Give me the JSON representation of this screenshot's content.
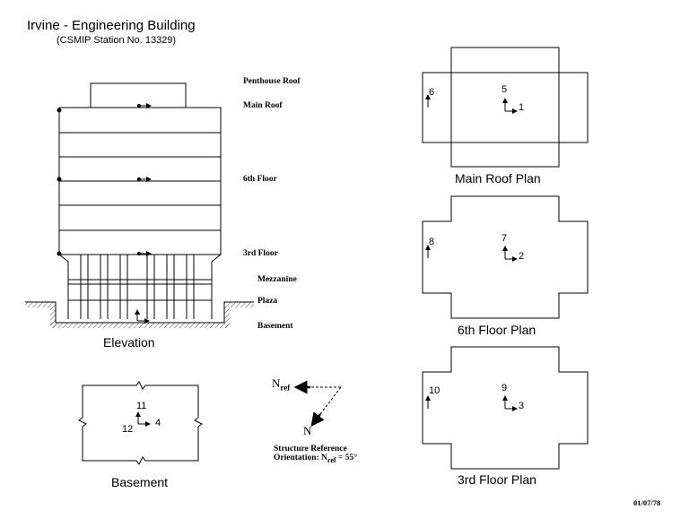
{
  "header": {
    "title": "Irvine - Engineering Building",
    "subtitle": "(CSMIP Station No. 13329)"
  },
  "elevation": {
    "levels": [
      "Penthouse Roof",
      "Main Roof",
      "6th Floor",
      "3rd Floor",
      "Mezzanine",
      "Plaza",
      "Basement"
    ],
    "caption": "Elevation"
  },
  "plans": {
    "main_roof": {
      "caption": "Main Roof Plan",
      "sensors": [
        "5",
        "1",
        "6"
      ]
    },
    "sixth_floor": {
      "caption": "6th Floor Plan",
      "sensors": [
        "7",
        "2",
        "8"
      ]
    },
    "third_floor": {
      "caption": "3rd Floor Plan",
      "sensors": [
        "9",
        "3",
        "10"
      ]
    },
    "basement": {
      "caption": "Basement",
      "sensors": [
        "11",
        "4",
        "12"
      ]
    }
  },
  "orientation": {
    "n_ref": "N",
    "n_ref_sub": "ref",
    "n": "N",
    "caption_line1": "Structure Reference",
    "caption_line2": "Orientation: N",
    "caption_sub": "ref",
    "caption_value": "= 55°"
  },
  "footer": {
    "date": "01/07/78"
  }
}
